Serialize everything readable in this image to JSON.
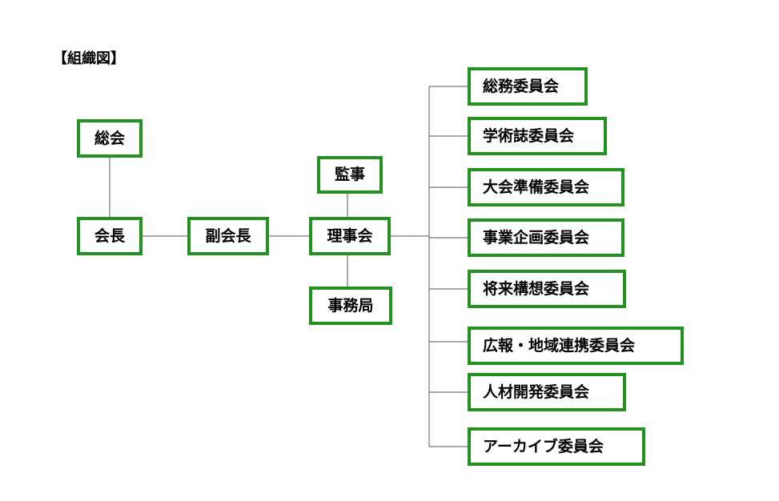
{
  "title": "【組織図】",
  "nodes": {
    "soukai": "総会",
    "kaicho": "会長",
    "fukukaicho": "副会長",
    "kanji": "監事",
    "rijikai": "理事会",
    "jimukyoku": "事務局"
  },
  "committees": [
    "総務委員会",
    "学術誌委員会",
    "大会準備委員会",
    "事業企画委員会",
    "将来構想委員会",
    "広報・地域連携委員会",
    "人材開発委員会",
    "アーカイブ委員会"
  ],
  "colors": {
    "box_border": "#22931f",
    "connector": "#555555"
  }
}
